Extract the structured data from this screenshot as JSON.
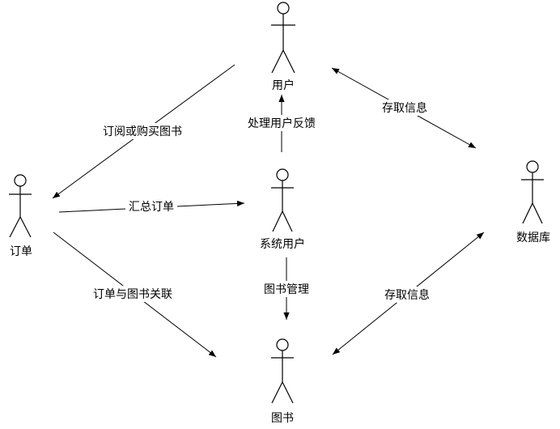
{
  "actors": {
    "user": "用户",
    "order": "订单",
    "system_user": "系统用户",
    "database": "数据库",
    "book": "图书"
  },
  "edges": {
    "user_to_order": "订阅或购买图书",
    "order_to_system": "汇总订单",
    "system_to_user": "处理用户反馈",
    "user_database": "存取信息",
    "order_to_book": "订单与图书关联",
    "system_to_book": "图书管理",
    "book_database": "存取信息"
  },
  "colors": {
    "line": "#000000",
    "background": "#ffffff"
  }
}
